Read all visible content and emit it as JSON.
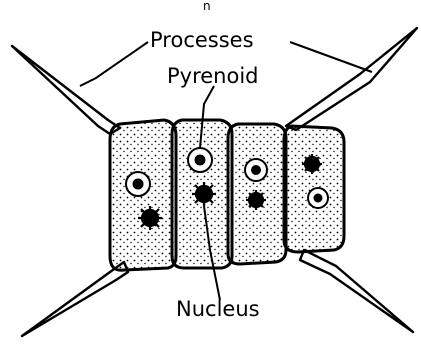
{
  "diagram": {
    "top_mark": "n",
    "labels": {
      "processes": "Processes",
      "pyrenoid": "Pyrenoid",
      "nucleus": "Nucleus"
    },
    "cell_count": 4
  }
}
